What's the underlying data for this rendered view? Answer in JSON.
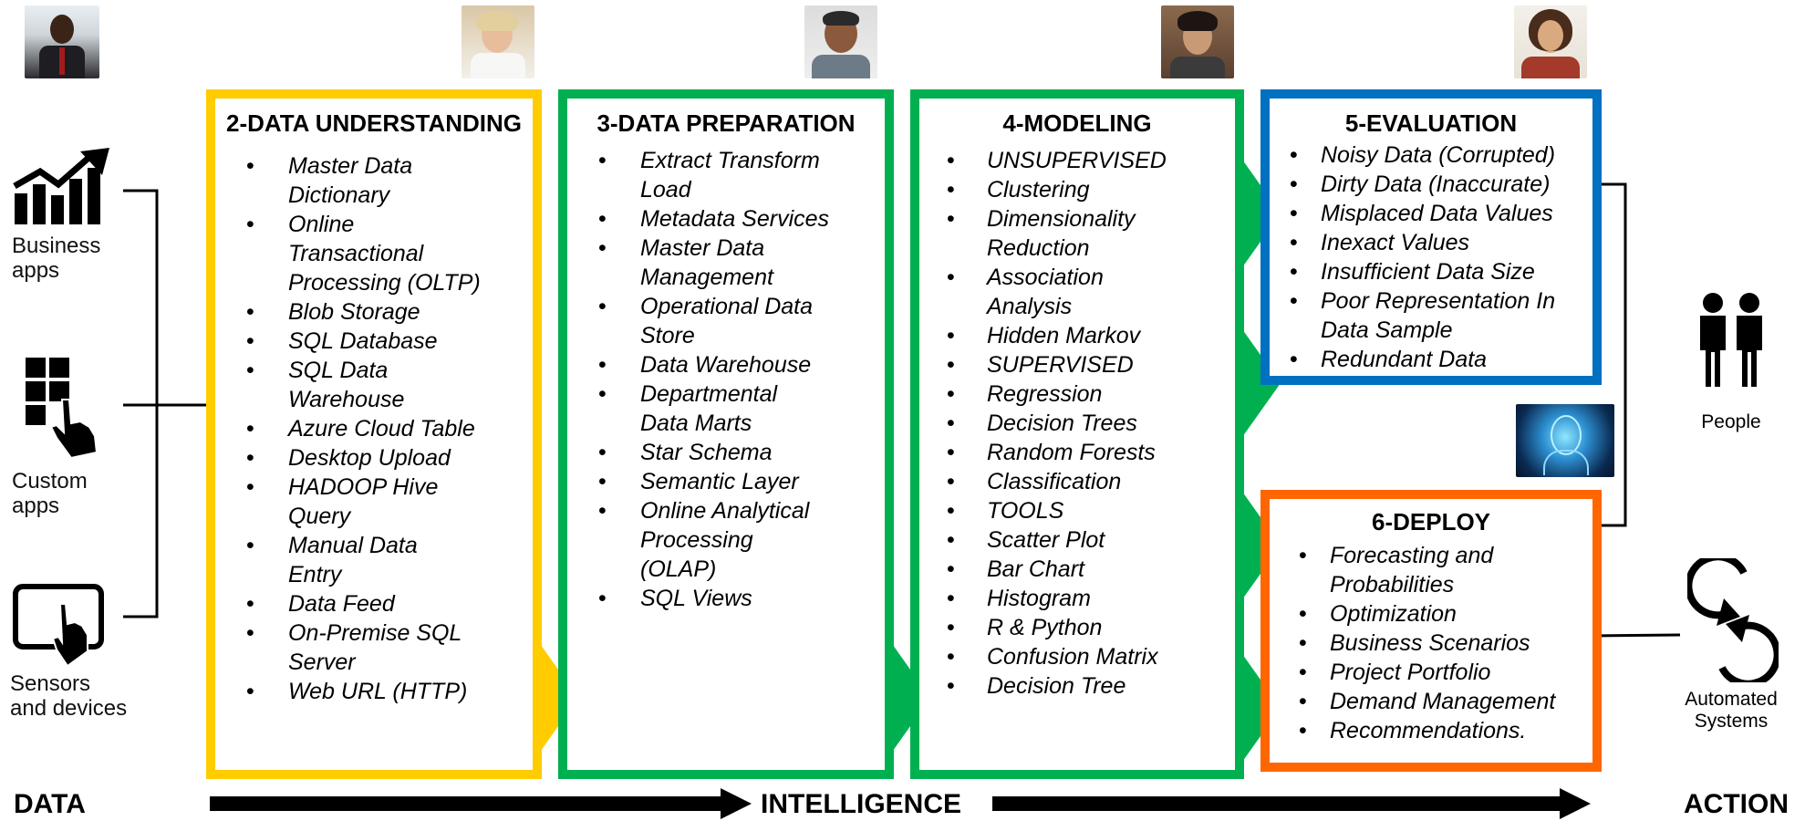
{
  "sources": [
    {
      "label_lines": [
        "Business",
        "apps"
      ],
      "icon": "bar-chart-trend-icon"
    },
    {
      "label_lines": [
        "Custom",
        "apps"
      ],
      "icon": "touch-app-icon"
    },
    {
      "label_lines": [
        "Sensors",
        "and devices"
      ],
      "icon": "tablet-touch-icon"
    }
  ],
  "stages": {
    "understanding": {
      "title": "2-DATA UNDERSTANDING",
      "color": "#FFCC00",
      "items": [
        "Master Data",
        "Dictionary",
        "Online",
        "Transactional",
        "Processing (OLTP)",
        "Blob Storage",
        "SQL Database",
        "SQL Data",
        "Warehouse",
        "Azure Cloud Table",
        "Desktop Upload",
        "HADOOP Hive",
        "Query",
        "Manual Data",
        "Entry",
        "Data Feed",
        "On-Premise SQL",
        "Server",
        "Web URL (HTTP)"
      ]
    },
    "preparation": {
      "title": "3-DATA PREPARATION",
      "color": "#00B050",
      "items": [
        "Extract Transform",
        "Load",
        "Metadata Services",
        "Master Data",
        "Management",
        "Operational Data",
        "Store",
        "Data Warehouse",
        "Departmental",
        "Data Marts",
        "Star Schema",
        "Semantic Layer",
        "Online Analytical",
        "Processing",
        "(OLAP)",
        "SQL Views"
      ]
    },
    "modeling": {
      "title": "4-MODELING",
      "color": "#00B050",
      "items": [
        "UNSUPERVISED",
        "Clustering",
        "Dimensionality",
        "Reduction",
        "Association",
        "Analysis",
        "Hidden Markov",
        "SUPERVISED",
        "Regression",
        "Decision Trees",
        "Random Forests",
        "Classification",
        "TOOLS",
        "Scatter Plot",
        "Bar Chart",
        "Histogram",
        "R & Python",
        "Confusion Matrix",
        "Decision Tree"
      ]
    },
    "evaluation": {
      "title": "5-EVALUATION",
      "color": "#0070C0",
      "items": [
        "Noisy Data (Corrupted)",
        "Dirty Data (Inaccurate)",
        "Misplaced Data Values",
        "Inexact Values",
        "Insufficient Data Size",
        "Poor Representation In",
        "Data Sample",
        "Redundant Data"
      ]
    },
    "deploy": {
      "title": "6-DEPLOY",
      "color": "#FF6600",
      "items": [
        "Forecasting and",
        "Probabilities",
        "Optimization",
        "Business Scenarios",
        "Project Portfolio",
        "Demand Management",
        "Recommendations."
      ]
    }
  },
  "outputs": [
    {
      "label_lines": [
        "People"
      ],
      "icon": "people-icon"
    },
    {
      "label_lines": [
        "Automated",
        "Systems"
      ],
      "icon": "cycle-arrows-icon"
    }
  ],
  "footer": {
    "data": "DATA",
    "intelligence": "INTELLIGENCE",
    "action": "ACTION"
  }
}
